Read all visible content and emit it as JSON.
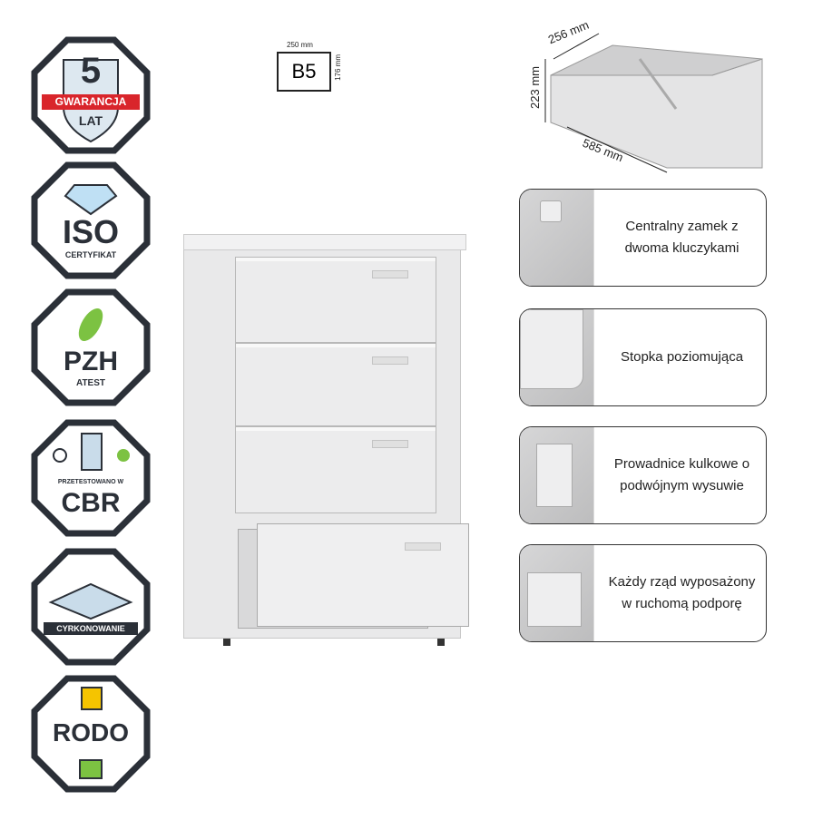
{
  "badges": [
    {
      "name": "warranty",
      "big": "5",
      "ribbon": "GWARANCJA",
      "small": "LAT",
      "ribbon_color": "#d9252b"
    },
    {
      "name": "iso",
      "big": "ISO",
      "small": "CERTYFIKAT"
    },
    {
      "name": "pzh",
      "big": "PZH",
      "small": "ATEST"
    },
    {
      "name": "cbr",
      "big": "CBR",
      "small": "PRZETESTOWANO W"
    },
    {
      "name": "cyrkonowanie",
      "small": "CYRKONOWANIE"
    },
    {
      "name": "rodo",
      "big": "RODO"
    }
  ],
  "paper": {
    "format": "B5",
    "width": "250 mm",
    "height": "176 mm"
  },
  "drawer_dims": {
    "width": "256 mm",
    "height": "223 mm",
    "depth": "585 mm"
  },
  "features": [
    {
      "text": "Centralny zamek z dwoma kluczykami"
    },
    {
      "text": "Stopka poziomująca"
    },
    {
      "text": "Prowadnice kulkowe o podwójnym wysuwie"
    },
    {
      "text": "Każdy rząd wyposażony w ruchomą podporę"
    }
  ],
  "colors": {
    "badge_border": "#2b3038",
    "accent_red": "#d9252b"
  }
}
